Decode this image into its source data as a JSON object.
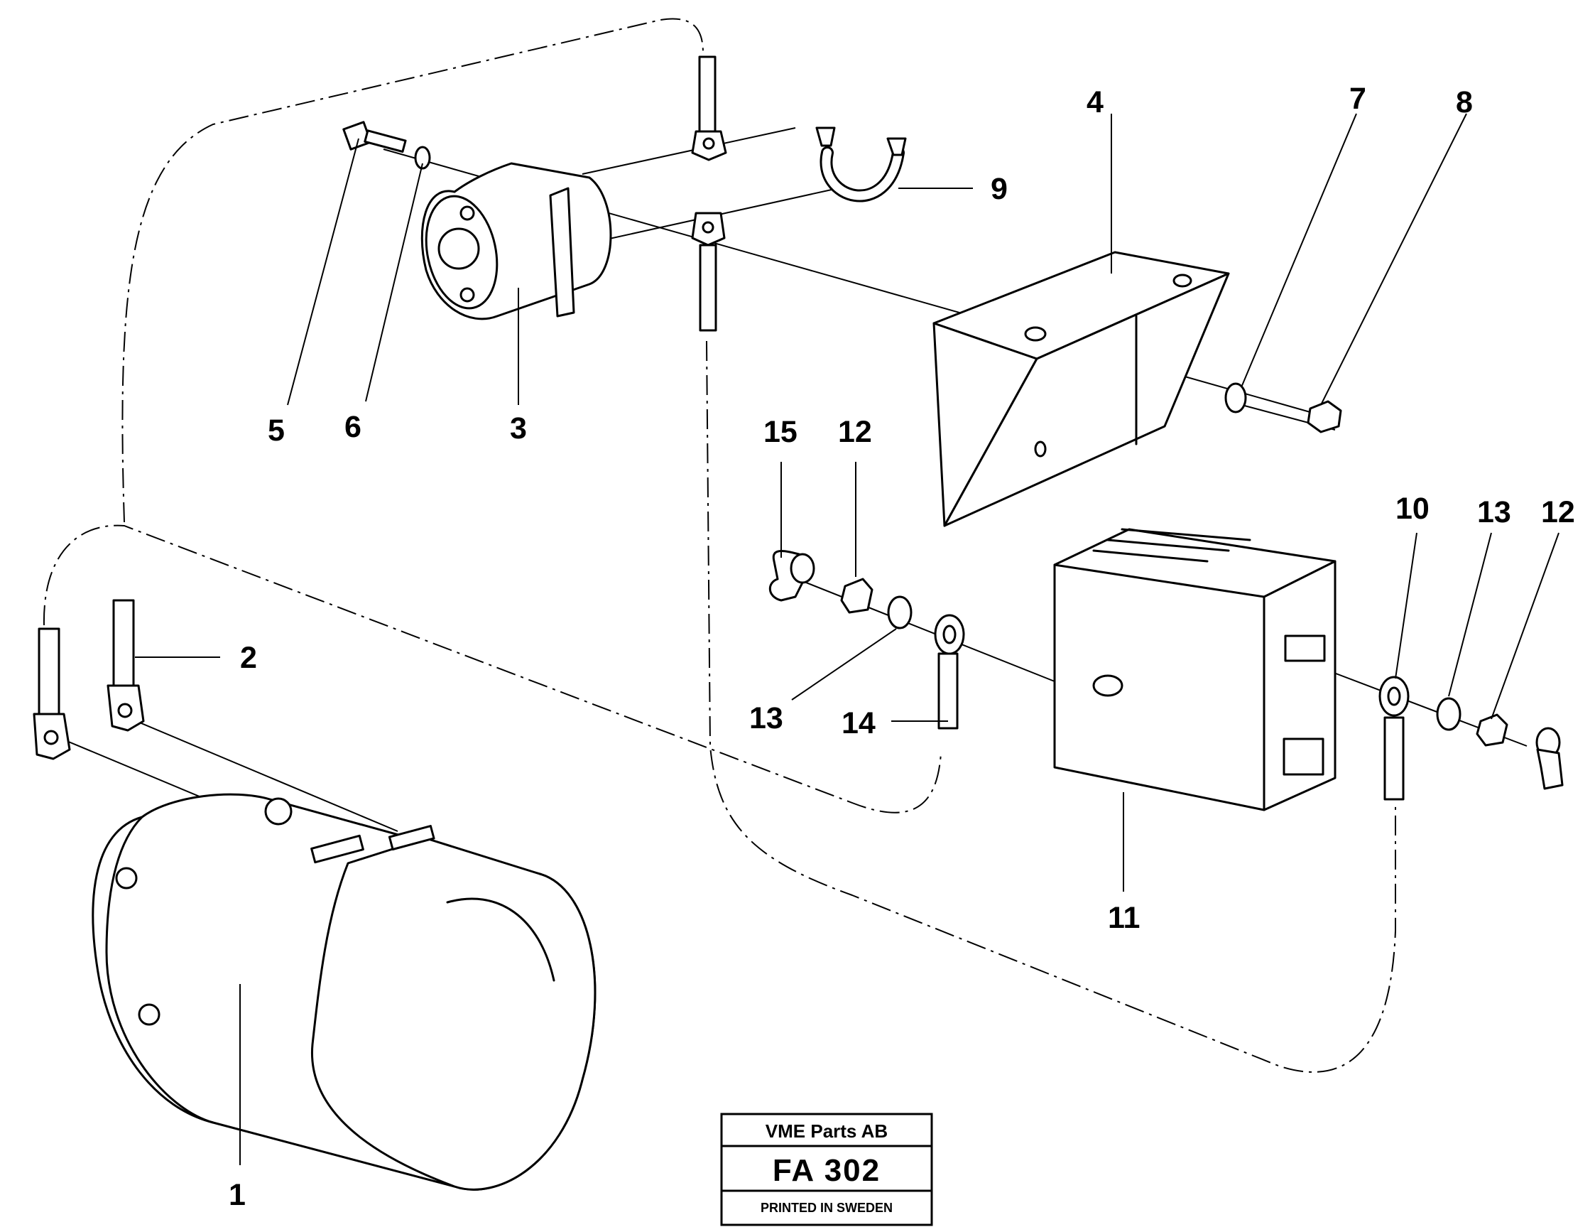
{
  "callouts": {
    "c1": "1",
    "c2": "2",
    "c3": "3",
    "c4": "4",
    "c5": "5",
    "c6": "6",
    "c7": "7",
    "c8": "8",
    "c9": "9",
    "c10": "10",
    "c11": "11",
    "c12a": "12",
    "c12b": "12",
    "c13a": "13",
    "c13b": "13",
    "c14": "14",
    "c15": "15"
  },
  "stamp": {
    "company": "VME Parts AB",
    "code": "FA 302",
    "printed": "PRINTED IN SWEDEN"
  },
  "colors": {
    "ink": "#000000",
    "paper": "#ffffff"
  }
}
